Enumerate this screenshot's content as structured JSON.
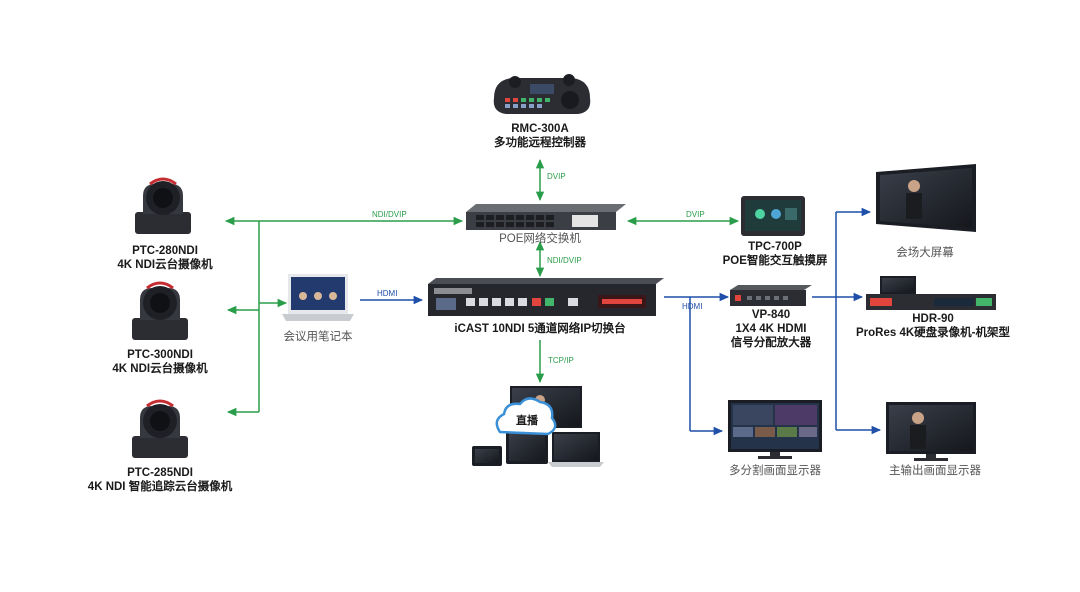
{
  "colors": {
    "green_link": "#2a9d4a",
    "blue_link": "#1f4fa8",
    "device_dark": "#2b2d33",
    "screen_dark": "#1b1d24"
  },
  "devices": {
    "controller": {
      "line1": "RMC-300A",
      "line2": "多功能远程控制器"
    },
    "switch": {
      "label": "POE网络交换机"
    },
    "touch_panel": {
      "line1": "TPC-700P",
      "line2": "POE智能交互触摸屏"
    },
    "icast": {
      "label": "iCAST 10NDI 5通道网络IP切换台"
    },
    "cam1": {
      "line1": "PTC-280NDI",
      "line2": "4K NDI云台摄像机"
    },
    "cam2": {
      "line1": "PTC-300NDI",
      "line2": "4K NDI云台摄像机"
    },
    "cam3": {
      "line1": "PTC-285NDI",
      "line2": "4K NDI 智能追踪云台摄像机"
    },
    "laptop": {
      "label": "会议用笔记本"
    },
    "vp840": {
      "line1": "VP-840",
      "line2": "1X4 4K HDMI",
      "line3": "信号分配放大器"
    },
    "big_screen": {
      "label": "会场大屏幕"
    },
    "hdr90": {
      "line1": "HDR-90",
      "line2": "ProRes 4K硬盘录像机-机架型"
    },
    "multiview": {
      "label": "多分割画面显示器"
    },
    "main_out": {
      "label": "主输出画面显示器"
    },
    "stream": {
      "cloud_label": "直播"
    }
  },
  "connections": {
    "controller_switch": "DVIP",
    "cameras_switch": "NDI/DVIP",
    "switch_touch": "DVIP",
    "laptop_icast": "HDMI",
    "switch_icast": "NDI/DVIP",
    "icast_vp840": "HDMI",
    "icast_stream": "TCP/IP"
  },
  "icons": [
    "ptz-camera-icon",
    "controller-icon",
    "network-switch-icon",
    "touch-panel-icon",
    "laptop-icon",
    "video-switcher-icon",
    "splitter-icon",
    "monitor-icon",
    "recorder-icon",
    "cloud-icon"
  ]
}
